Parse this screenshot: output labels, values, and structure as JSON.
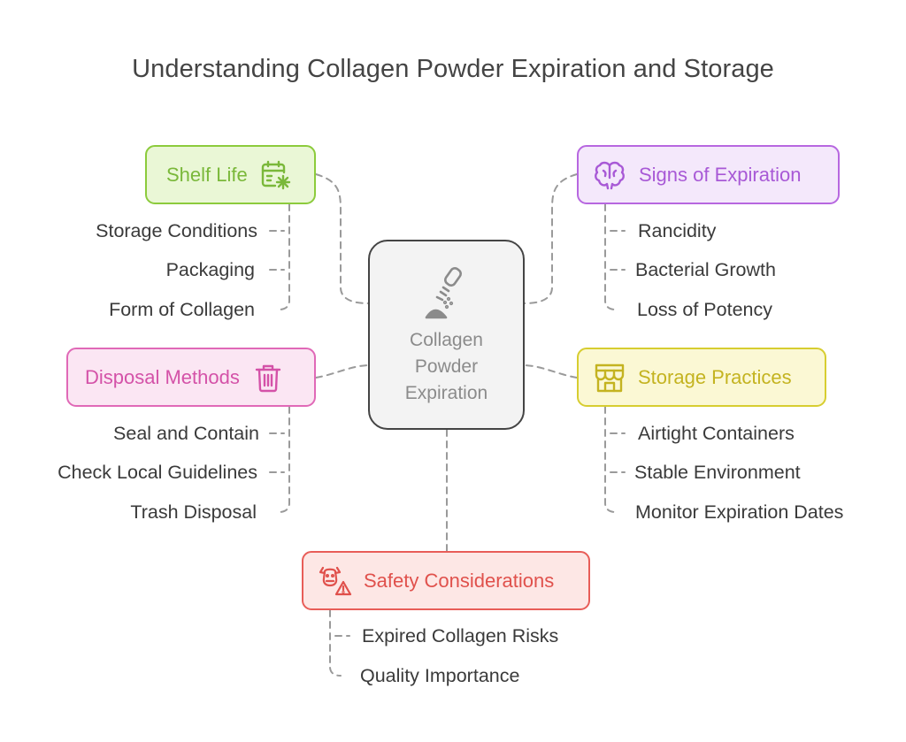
{
  "title": "Understanding Collagen Powder Expiration and Storage",
  "center": {
    "label": "Collagen\nPowder\nExpiration",
    "icon": "pipette-powder-icon"
  },
  "colors": {
    "shelf_life": {
      "bg": "#eaf7d6",
      "border": "#8ccb3c",
      "text": "#7ab83a"
    },
    "signs": {
      "bg": "#f4e8fb",
      "border": "#b767e0",
      "text": "#a859d6"
    },
    "disposal": {
      "bg": "#fbe6f3",
      "border": "#e069b7",
      "text": "#d452a8"
    },
    "storage": {
      "bg": "#fbf8d4",
      "border": "#d7cd30",
      "text": "#c4b320"
    },
    "safety": {
      "bg": "#fde7e5",
      "border": "#e85d58",
      "text": "#e0514c"
    },
    "connector": "#9a9a9a"
  },
  "topics": {
    "shelf_life": {
      "label": "Shelf Life",
      "icon": "calendar-snowflake-icon",
      "items": [
        "Storage Conditions",
        "Packaging",
        "Form of Collagen"
      ]
    },
    "signs": {
      "label": "Signs of Expiration",
      "icon": "brain-icon",
      "items": [
        "Rancidity",
        "Bacterial Growth",
        "Loss of Potency"
      ]
    },
    "disposal": {
      "label": "Disposal Methods",
      "icon": "trash-icon",
      "items": [
        "Seal and Contain",
        "Check Local Guidelines",
        "Trash Disposal"
      ]
    },
    "storage": {
      "label": "Storage Practices",
      "icon": "storefront-icon",
      "items": [
        "Airtight Containers",
        "Stable Environment",
        "Monitor Expiration Dates"
      ]
    },
    "safety": {
      "label": "Safety Considerations",
      "icon": "cow-warning-icon",
      "items": [
        "Expired Collagen Risks",
        "Quality Importance"
      ]
    }
  }
}
